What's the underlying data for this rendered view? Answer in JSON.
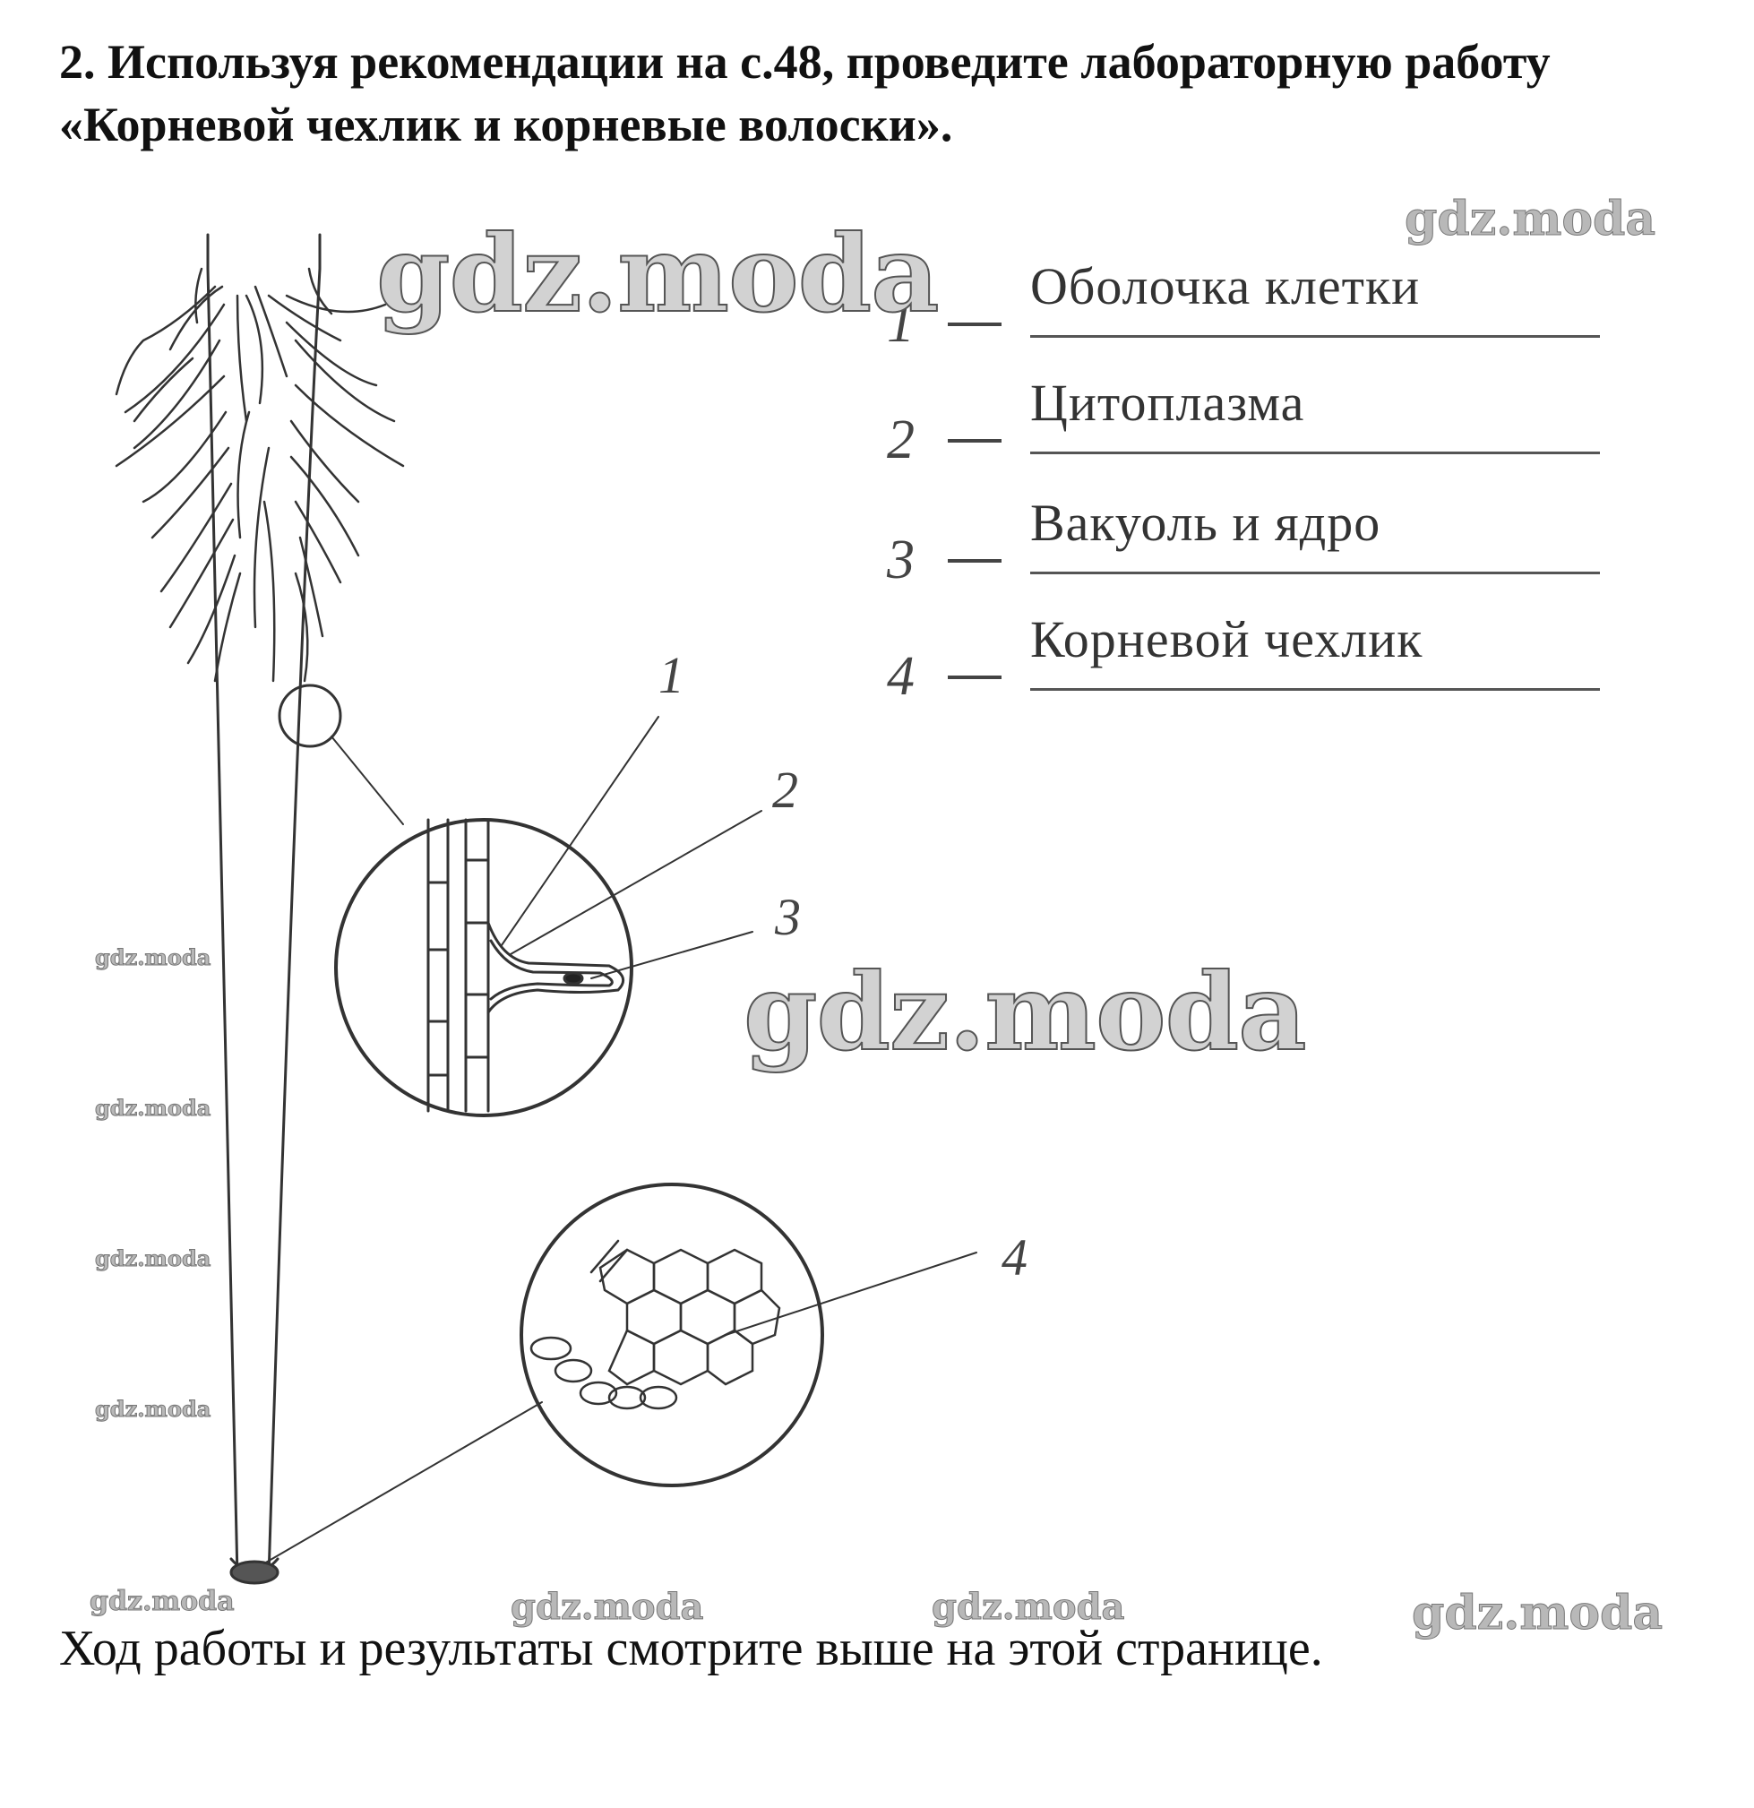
{
  "task": {
    "line1": "2. Используя рекомендации на с.48, проведите лабораторную работу",
    "line2": "«Корневой чехлик и корневые волоски»."
  },
  "labels": [
    {
      "num": "1",
      "text": "Оболочка клетки"
    },
    {
      "num": "2",
      "text": "Цитоплазма"
    },
    {
      "num": "3",
      "text": "Вакуоль и ядро"
    },
    {
      "num": "4",
      "text": "Корневой чехлик"
    }
  ],
  "figure_numbers": [
    "1",
    "2",
    "3",
    "4"
  ],
  "footer": "Ход работы и результаты смотрите выше на этой странице.",
  "watermark": "gdz.moda"
}
